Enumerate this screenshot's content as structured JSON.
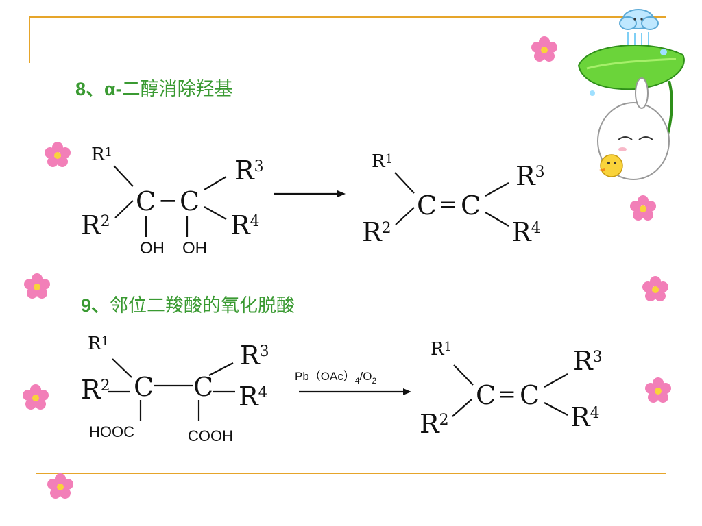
{
  "section8": {
    "number": "8、",
    "alpha": "α-",
    "title": "二醇消除羟基"
  },
  "section9": {
    "number": "9、",
    "title": "邻位二羧酸的氧化脱酸"
  },
  "reaction8": {
    "left": {
      "r1": "R",
      "r1sup": "1",
      "r2": "R",
      "r2sup": "2",
      "r3": "R",
      "r3sup": "3",
      "r4": "R",
      "r4sup": "4",
      "c1": "C",
      "dash": "−",
      "c2": "C",
      "oh1": "OH",
      "oh2": "OH"
    },
    "right": {
      "r1": "R",
      "r1sup": "1",
      "r2": "R",
      "r2sup": "2",
      "r3": "R",
      "r3sup": "3",
      "r4": "R",
      "r4sup": "4",
      "c1": "C",
      "eq": "=",
      "c2": "C"
    }
  },
  "reaction9": {
    "left": {
      "r1": "R",
      "r1sup": "1",
      "r2": "R",
      "r2sup": "2",
      "r3": "R",
      "r3sup": "3",
      "r4": "R",
      "r4sup": "4",
      "c1": "C",
      "c2": "C",
      "cooh1": "HOOC",
      "cooh2": "COOH"
    },
    "reagent": {
      "pb": "Pb（OAc）",
      "sub4": "4",
      "slash": "/O",
      "sub2": "2"
    },
    "right": {
      "r1": "R",
      "r1sup": "1",
      "r2": "R",
      "r2sup": "2",
      "r3": "R",
      "r3sup": "3",
      "r4": "R",
      "r4sup": "4",
      "c1": "C",
      "eq": "=",
      "c2": "C"
    }
  },
  "colors": {
    "heading": "#3a9a32",
    "rule": "#e6a52a",
    "flower": "#f27fb8"
  },
  "decorations": {
    "flower_icon": "flower-icon",
    "mascot_icon": "bunny-with-leaf-umbrella-icon"
  }
}
